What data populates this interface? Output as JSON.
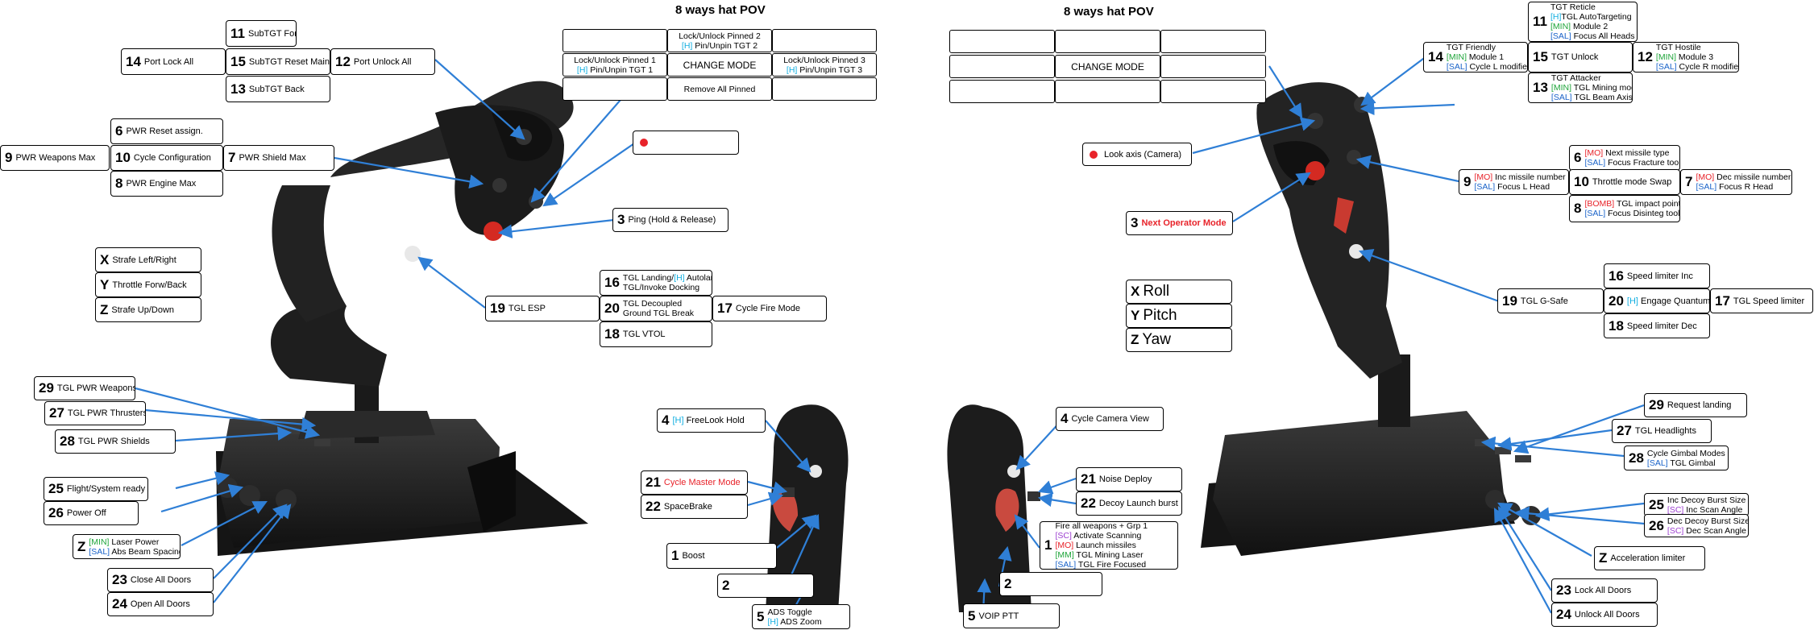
{
  "colors": {
    "accent_blue": "#2f7fd6",
    "tag_h": "#11aee0",
    "tag_min": "#1fa53a",
    "tag_sal": "#1a63c9",
    "tag_mo": "#e8232a",
    "tag_sc": "#9d3fd0",
    "alert_red": "#e8232a",
    "device_body": "#1c1c1c"
  },
  "left": {
    "pov_title": "8 ways hat POV",
    "pov": {
      "r1c2": "Lock/Unlock Pinned 2",
      "r1c2b_tag": "[H]",
      "r1c2b": " Pin/Unpin TGT 2",
      "r2c1": "Lock/Unlock Pinned 1",
      "r2c1b_tag": "[H]",
      "r2c1b": " Pin/Unpin TGT 1",
      "r2c2": "CHANGE MODE",
      "r2c3": "Lock/Unlock Pinned 3",
      "r2c3b_tag": "[H]",
      "r2c3b": " Pin/Unpin TGT 3",
      "r3c2": "Remove All Pinned"
    },
    "sub": [
      {
        "num": "11",
        "label": "SubTGT Forward"
      },
      {
        "num": "14",
        "label": "Port Lock All"
      },
      {
        "num": "15",
        "label": "SubTGT Reset Main"
      },
      {
        "num": "12",
        "label": "Port Unlock All"
      },
      {
        "num": "13",
        "label": "SubTGT Back"
      }
    ],
    "pwr": [
      {
        "num": "6",
        "label": "PWR Reset assign."
      },
      {
        "num": "9",
        "label": "PWR Weapons Max"
      },
      {
        "num": "10",
        "label": "Cycle Configuration"
      },
      {
        "num": "7",
        "label": "PWR Shield Max"
      },
      {
        "num": "8",
        "label": "PWR Engine Max"
      }
    ],
    "ping": {
      "num": "3",
      "label": "Ping (Hold & Release)"
    },
    "axes": [
      {
        "axis": "X",
        "label": "Strafe Left/Right"
      },
      {
        "axis": "Y",
        "label": "Throttle Forw/Back"
      },
      {
        "axis": "Z",
        "label": "Strafe Up/Down"
      }
    ],
    "esp": {
      "num": "19",
      "label": "TGL ESP"
    },
    "b16": {
      "num": "16",
      "line1": "TGL Landing/",
      "line1_tag": "[H]",
      "line1_b": " Autoland",
      "line2": "TGL/Invoke Docking"
    },
    "b20": {
      "num": "20",
      "line1": "TGL Decoupled",
      "line2": "Ground TGL Break"
    },
    "b17": {
      "num": "17",
      "label": "Cycle Fire Mode"
    },
    "b18": {
      "num": "18",
      "label": "TGL VTOL"
    },
    "base": [
      {
        "num": "29",
        "label": "TGL PWR Weapons"
      },
      {
        "num": "27",
        "label": "TGL PWR Thrusters"
      },
      {
        "num": "28",
        "label": "TGL PWR Shields"
      },
      {
        "num": "25",
        "label": "Flight/System ready"
      },
      {
        "num": "26",
        "label": "Power Off"
      },
      {
        "num": "23",
        "label": "Close All Doors"
      },
      {
        "num": "24",
        "label": "Open All Doors"
      }
    ],
    "z": {
      "num": "Z",
      "tag1": "[MIN]",
      "line1": " Laser Power",
      "tag2": "[SAL]",
      "line2": " Abs Beam Spacing"
    }
  },
  "throttle_left": {
    "b4": {
      "num": "4",
      "tag": "[H]",
      "label": " FreeLook Hold"
    },
    "b21": {
      "num": "21",
      "label": "Cycle Master Mode"
    },
    "b22": {
      "num": "22",
      "label": "SpaceBrake"
    },
    "b1": {
      "num": "1",
      "label": "Boost"
    },
    "b2": {
      "num": "2",
      "label": ""
    },
    "b5": {
      "num": "5",
      "line1": "ADS Toggle",
      "tag2": "[H]",
      "line2": " ADS Zoom"
    }
  },
  "throttle_right": {
    "b4": {
      "num": "4",
      "label": "Cycle Camera View"
    },
    "b21": {
      "num": "21",
      "label": "Noise Deploy"
    },
    "b22": {
      "num": "22",
      "label": "Decoy Launch burst"
    },
    "b1": {
      "num": "1",
      "lines": [
        {
          "tag": "",
          "text": "Fire all weapons + Grp 1"
        },
        {
          "tag": "[SC]",
          "text": " Activate Scanning"
        },
        {
          "tag": "[MO]",
          "text": " Launch missiles"
        },
        {
          "tag": "[MM]",
          "text": " TGL Mining Laser"
        },
        {
          "tag": "[SAL]",
          "text": " TGL Fire Focused"
        }
      ]
    },
    "b2": {
      "num": "2",
      "label": ""
    },
    "b5": {
      "num": "5",
      "label": "VOIP PTT"
    }
  },
  "right": {
    "pov_title": "8 ways hat POV",
    "pov": {
      "center": "CHANGE MODE"
    },
    "look": {
      "label": "Look axis (Camera)"
    },
    "b3": {
      "num": "3",
      "label": "Next Operator Mode"
    },
    "axes": [
      {
        "axis": "X",
        "label": "Roll"
      },
      {
        "axis": "Y",
        "label": "Pitch"
      },
      {
        "axis": "Z",
        "label": "Yaw"
      }
    ],
    "b11": {
      "num": "11",
      "l1": "TGT Reticle",
      "l2_tag": "[H]",
      "l2": "TGL AutoTargeting",
      "l3_tag": "[MIN]",
      "l3": " Module 2",
      "l4_tag": "[SAL]",
      "l4": " Focus All Heads"
    },
    "b14": {
      "num": "14",
      "l1": "TGT Friendly",
      "l2_tag": "[MIN]",
      "l2": " Module 1",
      "l3_tag": "[SAL]",
      "l3": " Cycle L modifier"
    },
    "b15": {
      "num": "15",
      "label": "TGT Unlock"
    },
    "b12": {
      "num": "12",
      "l1": "TGT Hostile",
      "l2_tag": "[MIN]",
      "l2": " Module 3",
      "l3_tag": "[SAL]",
      "l3": " Cycle R modifier"
    },
    "b13": {
      "num": "13",
      "l1": "TGT Attacker",
      "l2_tag": "[MIN]",
      "l2": " TGL Mining mode",
      "l3_tag": "[SAL]",
      "l3": " TGL Beam Axis"
    },
    "b6": {
      "num": "6",
      "l1_tag": "[MO]",
      "l1": " Next missile type",
      "l2_tag": "[SAL]",
      "l2": " Focus Fracture tool"
    },
    "b9": {
      "num": "9",
      "l1_tag": "[MO]",
      "l1": " Inc missile number",
      "l2_tag": "[SAL]",
      "l2": " Focus L Head"
    },
    "b10": {
      "num": "10",
      "label": "Throttle mode Swap"
    },
    "b7": {
      "num": "7",
      "l1_tag": "[MO]",
      "l1": " Dec missile number",
      "l2_tag": "[SAL]",
      "l2": " Focus R Head"
    },
    "b8": {
      "num": "8",
      "l1_tag": "[BOMB]",
      "l1": " TGL impact point",
      "l2_tag": "[SAL]",
      "l2": " Focus Disinteg tool"
    },
    "b16": {
      "num": "16",
      "label": "Speed limiter Inc"
    },
    "b19": {
      "num": "19",
      "label": "TGL G-Safe"
    },
    "b20": {
      "num": "20",
      "tag": "[H]",
      "label": " Engage Quantum"
    },
    "b17": {
      "num": "17",
      "label": "TGL Speed limiter"
    },
    "b18": {
      "num": "18",
      "label": "Speed limiter Dec"
    },
    "b29": {
      "num": "29",
      "label": "Request landing"
    },
    "b27": {
      "num": "27",
      "label": "TGL Headlights"
    },
    "b28": {
      "num": "28",
      "l1": "Cycle Gimbal Modes",
      "l2_tag": "[SAL]",
      "l2": " TGL Gimbal"
    },
    "b25": {
      "num": "25",
      "l1": "Inc Decoy Burst Size",
      "l2_tag": "[SC]",
      "l2": " Inc Scan Angle"
    },
    "b26": {
      "num": "26",
      "l1": "Dec Decoy Burst Size",
      "l2_tag": "[SC]",
      "l2": " Dec Scan Angle"
    },
    "bz": {
      "num": "Z",
      "label": "Acceleration limiter"
    },
    "b23": {
      "num": "23",
      "label": "Lock All Doors"
    },
    "b24": {
      "num": "24",
      "label": "Unlock All Doors"
    }
  }
}
